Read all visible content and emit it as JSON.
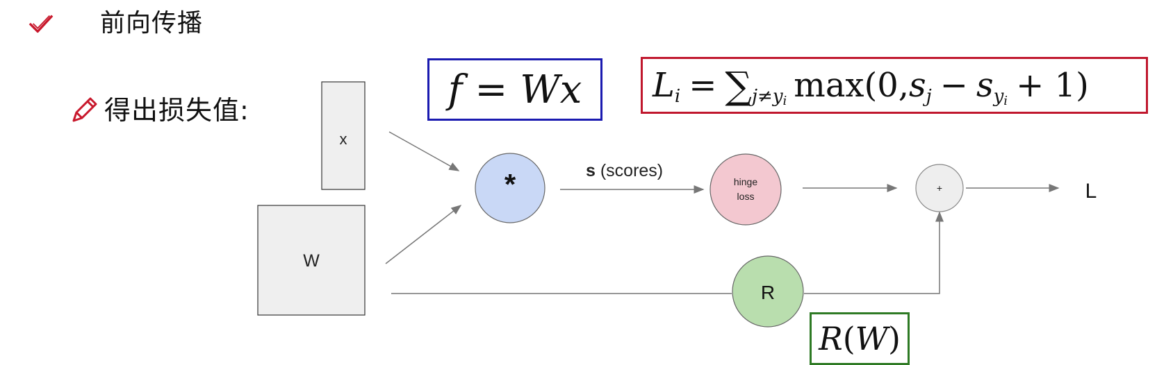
{
  "heading": {
    "icon": "check-icon",
    "text": "前向传播"
  },
  "subheading": {
    "icon": "pencil-icon",
    "text": "得出损失值:"
  },
  "colors": {
    "check_icon": "#c8182c",
    "pencil_icon": "#c8182c",
    "multiply_node": "#c9d8f6",
    "hinge_node": "#f3c8d0",
    "plus_node": "#eeeeee",
    "reg_node": "#b9deae",
    "input_box": "#efefef",
    "edge": "#777777",
    "box_f_border": "#1a1ab0",
    "box_L_border": "#c0172d",
    "box_RW_border": "#2e7a24"
  },
  "diagram": {
    "x_label": "x",
    "w_label": "W",
    "multiply_symbol": "*",
    "scores_bold": "s",
    "scores_rest": " (scores)",
    "hinge_line1": "hinge",
    "hinge_line2": "loss",
    "plus_symbol": "+",
    "reg_label": "R",
    "output_label": "L"
  },
  "formulas": {
    "f": {
      "lhs": "f",
      "eq": "=",
      "rhs": "Wx"
    },
    "loss": {
      "lhs": "L",
      "lhs_sub": "i",
      "eq": "=",
      "sum": "∑",
      "sum_sub": "j≠y",
      "sum_sub_sub": "i",
      "fn": "max(0, ",
      "s1": "s",
      "s1_sub": "j",
      "minus": "−",
      "s2": "s",
      "s2_sub": "y",
      "s2_sub_sub": "i",
      "tail": "+ 1)"
    },
    "reg": {
      "r": "R",
      "open": "(",
      "w": "W",
      "close": ")"
    }
  }
}
